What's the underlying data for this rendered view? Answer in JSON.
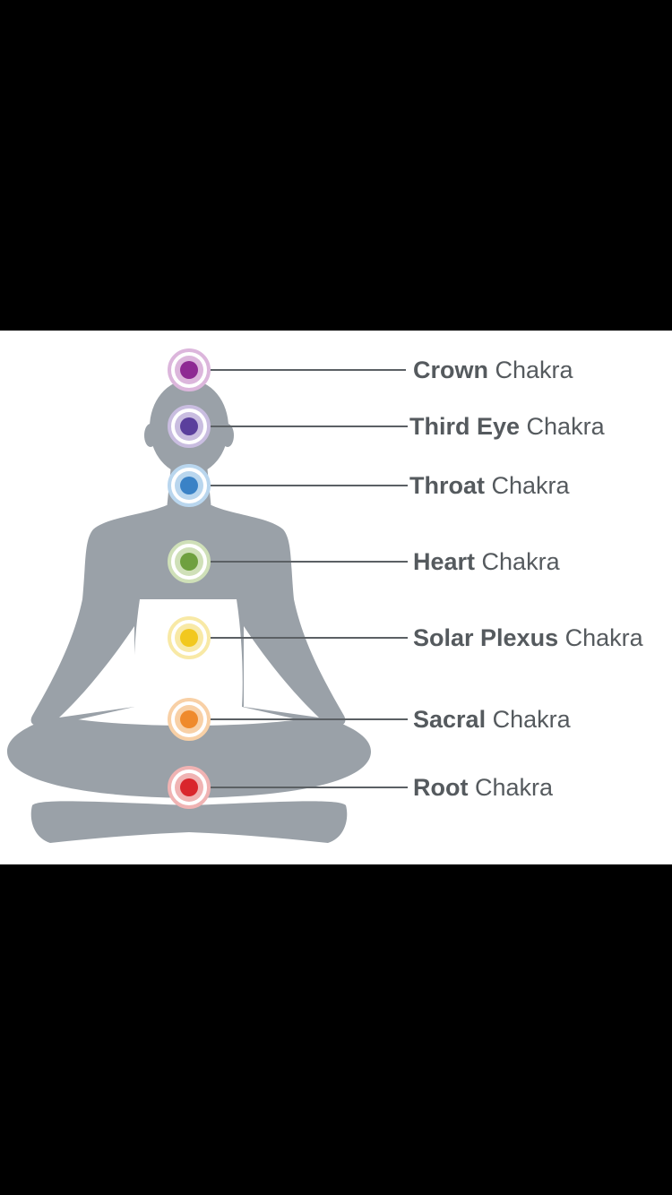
{
  "chakras": [
    {
      "name": "Crown",
      "suffix": "Chakra",
      "color": "#8e2a93",
      "halo": "#dcb6dc"
    },
    {
      "name": "Third Eye",
      "suffix": "Chakra",
      "color": "#5a3f9c",
      "halo": "#c9bde0"
    },
    {
      "name": "Throat",
      "suffix": "Chakra",
      "color": "#3a82c6",
      "halo": "#b9d6ee"
    },
    {
      "name": "Heart",
      "suffix": "Chakra",
      "color": "#6fa03f",
      "halo": "#cfe0b8"
    },
    {
      "name": "Solar Plexus",
      "suffix": "Chakra",
      "color": "#f2c81e",
      "halo": "#f8e9a6"
    },
    {
      "name": "Sacral",
      "suffix": "Chakra",
      "color": "#ef8a2c",
      "halo": "#f8d0a6"
    },
    {
      "name": "Root",
      "suffix": "Chakra",
      "color": "#d9262c",
      "halo": "#f0b3b3"
    }
  ],
  "colors": {
    "silhouette": "#9aa1a8",
    "leader_line": "#5b6064",
    "label_text": "#555a5e",
    "background": "#ffffff",
    "letterbox": "#000000"
  },
  "icons": {
    "figure": "meditating-figure-silhouette",
    "chakra_point": "glowing-dot"
  }
}
